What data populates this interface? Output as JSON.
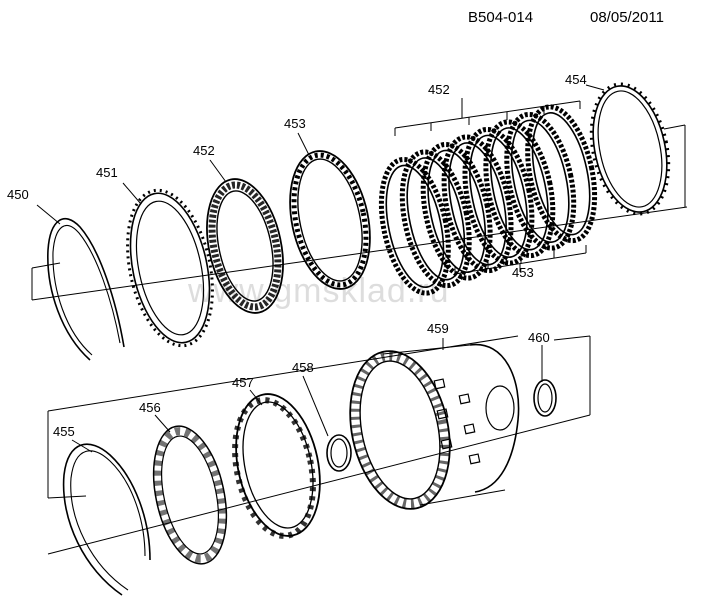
{
  "header": {
    "drawing_id": "B504-014",
    "date": "08/05/2011"
  },
  "watermark": "www.gmsklad.ru",
  "callouts": [
    {
      "id": "c450",
      "label": "450"
    },
    {
      "id": "c451",
      "label": "451"
    },
    {
      "id": "c452a",
      "label": "452"
    },
    {
      "id": "c453a",
      "label": "453"
    },
    {
      "id": "c452b",
      "label": "452"
    },
    {
      "id": "c453b",
      "label": "453"
    },
    {
      "id": "c454",
      "label": "454"
    },
    {
      "id": "c455",
      "label": "455"
    },
    {
      "id": "c456",
      "label": "456"
    },
    {
      "id": "c457",
      "label": "457"
    },
    {
      "id": "c458",
      "label": "458"
    },
    {
      "id": "c459",
      "label": "459"
    },
    {
      "id": "c460",
      "label": "460"
    }
  ]
}
